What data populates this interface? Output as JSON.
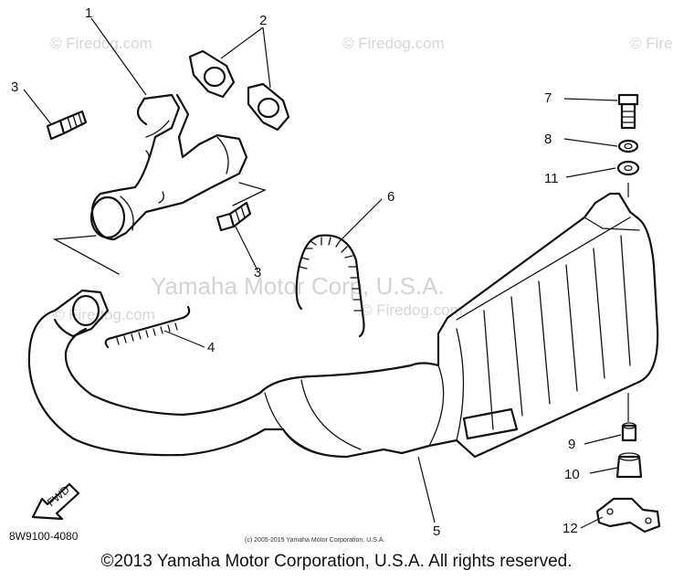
{
  "watermark": {
    "site": "© Firedog.com",
    "big": "Yamaha Motor Corp, U.S.A."
  },
  "callouts": {
    "c1": "1",
    "c2": "2",
    "c3a": "3",
    "c3b": "3",
    "c4": "4",
    "c5": "5",
    "c6": "6",
    "c7": "7",
    "c8": "8",
    "c9": "9",
    "c10": "10",
    "c11": "11",
    "c12": "12"
  },
  "fwd_label": "FWD",
  "diagram_code": "8W9100-4080",
  "small_copyright": "(c) 2005-2015 Yamaha Motor Corporation, U.S.A.",
  "footer": {
    "copyright": "©2013 Yamaha Motor Corporation, U.S.A. All rights reserved."
  },
  "colors": {
    "line": "#111111",
    "watermark": "#d6d6d6"
  }
}
